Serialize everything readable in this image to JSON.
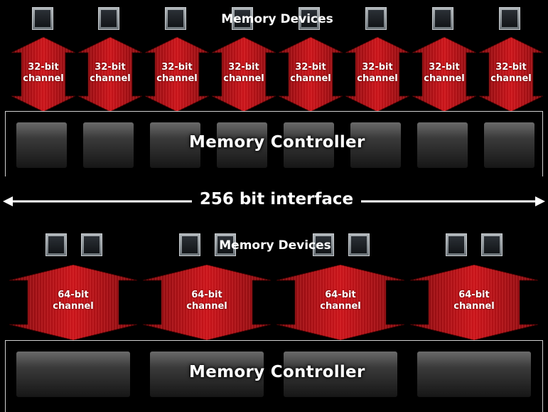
{
  "top": {
    "memory_devices_label": "Memory Devices",
    "channel_label_line1": "32-bit",
    "channel_label_line2": "channel",
    "channel_count": 8,
    "controller_label": "Memory Controller"
  },
  "interface": {
    "label": "256 bit interface"
  },
  "bottom": {
    "memory_devices_label": "Memory Devices",
    "channel_label_line1": "64-bit",
    "channel_label_line2": "channel",
    "channel_count": 4,
    "controller_label": "Memory Controller"
  },
  "colors": {
    "background": "#000000",
    "channel_red": "#c8141a",
    "channel_dark": "#7a0a0e",
    "text": "#ffffff"
  },
  "icons": [
    "memory-chip-icon",
    "double-arrow-icon"
  ]
}
